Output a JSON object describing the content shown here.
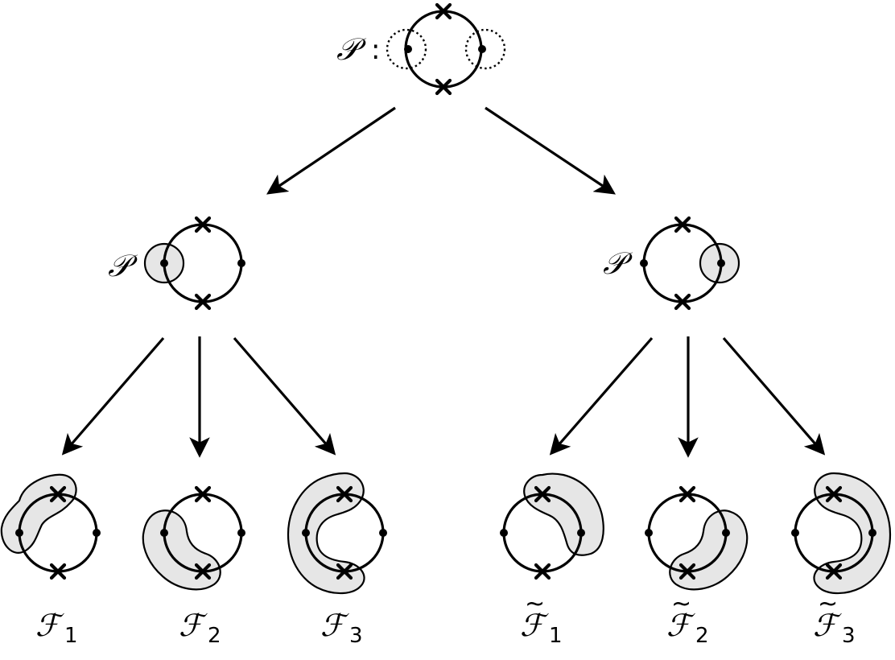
{
  "root_label": "𝒫",
  "root_separator": ":",
  "level1": [
    {
      "label": "𝒫"
    },
    {
      "label": "𝒫"
    }
  ],
  "leaves": [
    {
      "label": "ℱ",
      "sub": "1",
      "tilde": ""
    },
    {
      "label": "ℱ",
      "sub": "2",
      "tilde": ""
    },
    {
      "label": "ℱ",
      "sub": "3",
      "tilde": ""
    },
    {
      "label": "ℱ",
      "sub": "1",
      "tilde": "~"
    },
    {
      "label": "ℱ",
      "sub": "2",
      "tilde": "~"
    },
    {
      "label": "ℱ",
      "sub": "3",
      "tilde": "~"
    }
  ],
  "colors": {
    "line": "#000000",
    "shade": "#e6e6e6",
    "background": "#ffffff"
  },
  "icons": {
    "vertex": "filled-dot",
    "marked_point": "cross"
  }
}
